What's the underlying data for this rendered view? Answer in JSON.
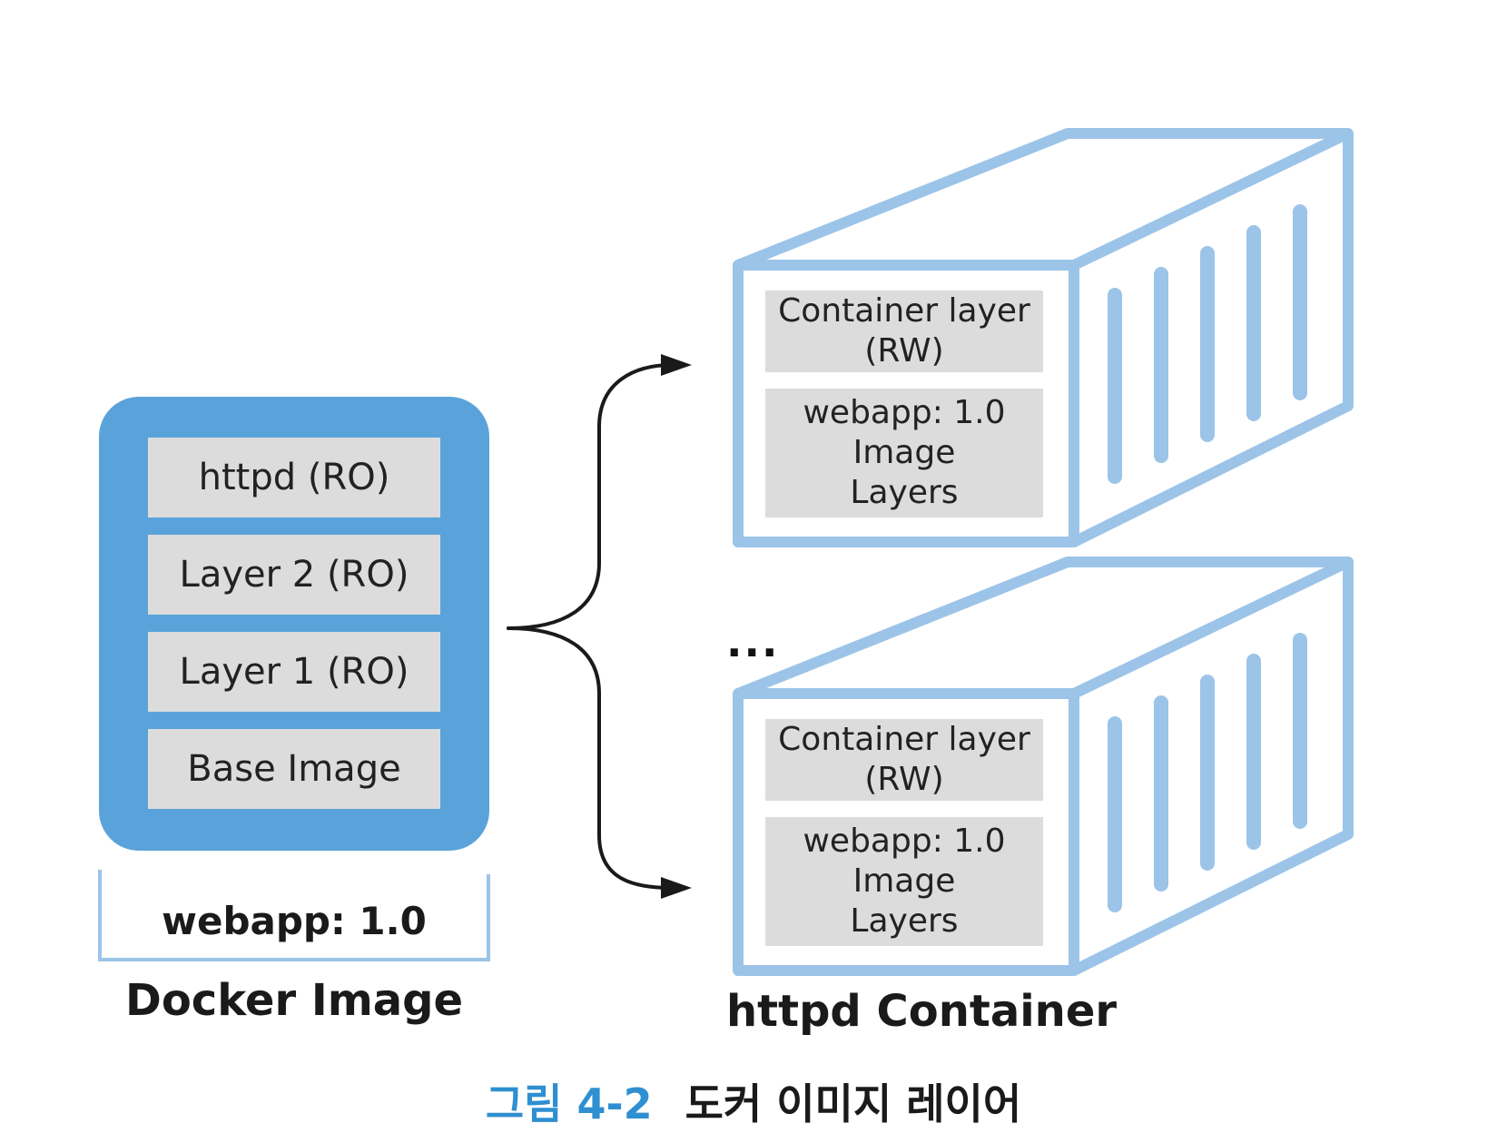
{
  "docker_image": {
    "layers": [
      "httpd (RO)",
      "Layer 2 (RO)",
      "Layer 1 (RO)",
      "Base Image"
    ],
    "tag": "webapp: 1.0",
    "label": "Docker Image"
  },
  "containers": [
    {
      "container_layer": [
        "Container layer",
        "(RW)"
      ],
      "image_layers": [
        "webapp: 1.0",
        "Image",
        "Layers"
      ]
    },
    {
      "container_layer": [
        "Container layer",
        "(RW)"
      ],
      "image_layers": [
        "webapp: 1.0",
        "Image",
        "Layers"
      ]
    }
  ],
  "ellipsis": "...",
  "container_label": "httpd Container",
  "figure": {
    "number": "그림 4-2",
    "title": "도커 이미지 레이어"
  },
  "colors": {
    "image_box": "#5aa3da",
    "container_outline": "#9cc4e8",
    "cell_fill": "#dcdcdc",
    "caption_number": "#2f8fd0"
  }
}
